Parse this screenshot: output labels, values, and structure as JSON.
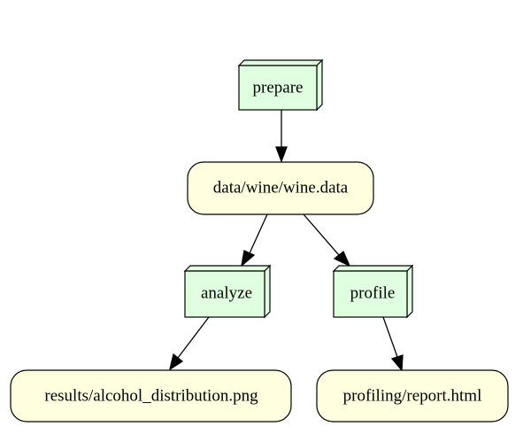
{
  "colors": {
    "step_fill": "#e0ffe0",
    "artifact_fill": "#ffffe0",
    "stroke": "#000000"
  },
  "nodes": {
    "prepare": {
      "label": "prepare",
      "kind": "step"
    },
    "wine_data": {
      "label": "data/wine/wine.data",
      "kind": "artifact"
    },
    "analyze": {
      "label": "analyze",
      "kind": "step"
    },
    "profile": {
      "label": "profile",
      "kind": "step"
    },
    "alcohol_png": {
      "label": "results/alcohol_distribution.png",
      "kind": "artifact"
    },
    "report_html": {
      "label": "profiling/report.html",
      "kind": "artifact"
    }
  },
  "edges": [
    {
      "from": "prepare",
      "to": "wine_data"
    },
    {
      "from": "wine_data",
      "to": "analyze"
    },
    {
      "from": "wine_data",
      "to": "profile"
    },
    {
      "from": "analyze",
      "to": "alcohol_png"
    },
    {
      "from": "profile",
      "to": "report_html"
    }
  ]
}
